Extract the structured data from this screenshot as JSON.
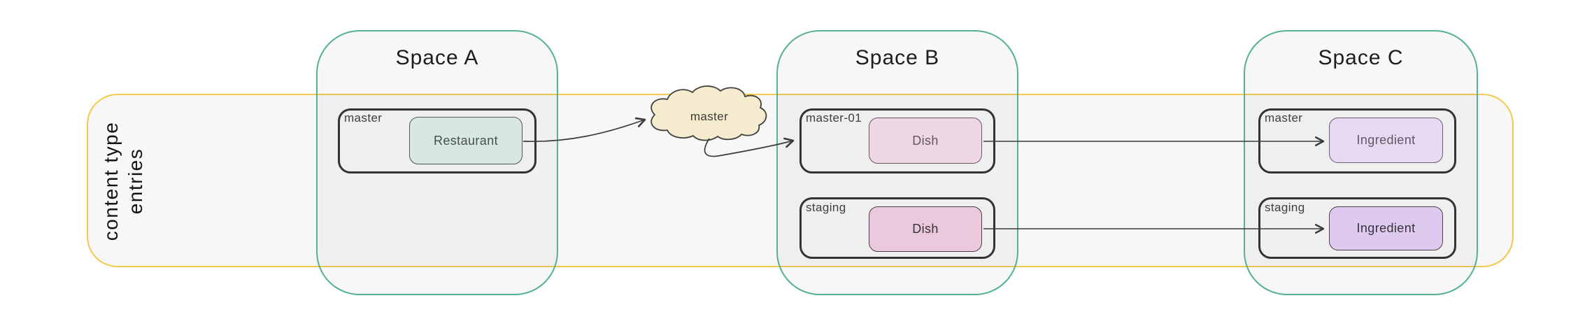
{
  "band": {
    "label_lines": [
      "content type",
      "entries"
    ],
    "border_color": "#f2c94c"
  },
  "cloud": {
    "label": "master",
    "fill": "#f5ecd0"
  },
  "spaces": [
    {
      "title": "Space A",
      "environments": [
        {
          "name": "master",
          "entries": [
            {
              "label": "Restaurant",
              "fill": "#d9e7e2"
            }
          ]
        }
      ]
    },
    {
      "title": "Space B",
      "environments": [
        {
          "name": "master-01",
          "entries": [
            {
              "label": "Dish",
              "fill": "#efd6e4"
            }
          ]
        },
        {
          "name": "staging",
          "entries": [
            {
              "label": "Dish",
              "fill": "#e9c9db"
            }
          ]
        }
      ]
    },
    {
      "title": "Space C",
      "environments": [
        {
          "name": "master",
          "entries": [
            {
              "label": "Ingredient",
              "fill": "#e7d9f1"
            }
          ]
        },
        {
          "name": "staging",
          "entries": [
            {
              "label": "Ingredient",
              "fill": "#dfcaef"
            }
          ]
        }
      ]
    }
  ],
  "arrows": [
    {
      "from": "Restaurant (Space A / master)",
      "to": "cloud master"
    },
    {
      "from": "cloud master",
      "to": "Space B / master-01"
    },
    {
      "from": "Dish (Space B / master-01)",
      "to": "Ingredient (Space C / master)"
    },
    {
      "from": "Dish (Space B / staging)",
      "to": "Ingredient (Space C / staging)"
    }
  ],
  "colors": {
    "space_border": "#54b198",
    "band_border": "#f2c94c",
    "container_border": "#333333",
    "arrow": "#3c3c3c",
    "cloud_fill": "#f5ecd0"
  }
}
